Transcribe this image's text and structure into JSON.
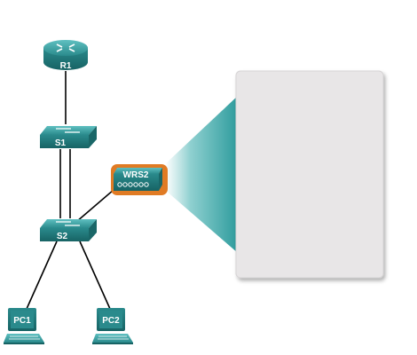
{
  "devices": {
    "router": {
      "label": "R1",
      "icon": "router-icon"
    },
    "switch1": {
      "label": "S1",
      "icon": "switch-icon"
    },
    "switch2": {
      "label": "S2",
      "icon": "switch-icon"
    },
    "wireless_router": {
      "label": "WRS2",
      "icon": "wireless-router-icon",
      "highlight_color": "#e07b24"
    },
    "pc1": {
      "label": "PC1",
      "icon": "pc-icon"
    },
    "pc2": {
      "label": "PC2",
      "icon": "pc-icon"
    }
  },
  "links": [
    {
      "from": "R1",
      "to": "S1"
    },
    {
      "from": "S1",
      "to": "S2"
    },
    {
      "from": "S1",
      "to": "S2"
    },
    {
      "from": "S2",
      "to": "WRS2"
    },
    {
      "from": "S2",
      "to": "PC1"
    },
    {
      "from": "S2",
      "to": "PC2"
    }
  ],
  "colors": {
    "device_teal": "#2a8a8c",
    "device_dark": "#1b6667",
    "callout_beam": "#5fbcbd",
    "panel_bg": "#e8e6e7"
  }
}
